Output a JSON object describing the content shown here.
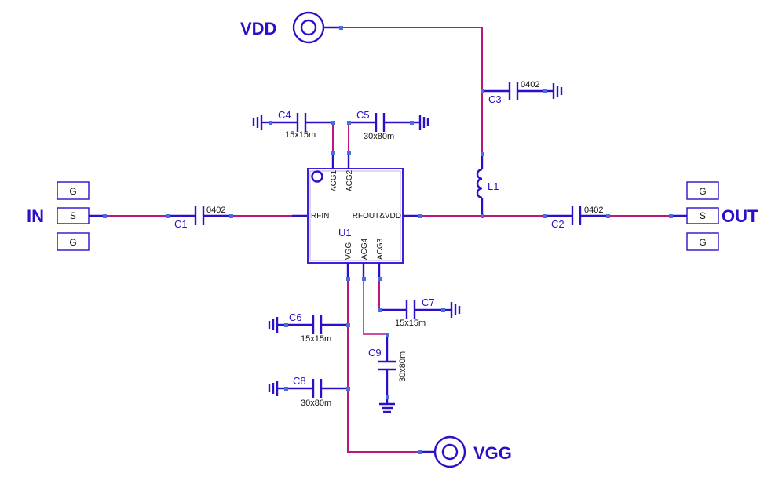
{
  "ports": {
    "vdd": "VDD",
    "vgg": "VGG",
    "in": "IN",
    "out": "OUT"
  },
  "probe_pads": {
    "in": [
      "G",
      "S",
      "G"
    ],
    "out": [
      "G",
      "S",
      "G"
    ]
  },
  "chip": {
    "ref": "U1",
    "pins": {
      "rfin": "RFIN",
      "rfout": "RFOUT&VDD",
      "acg1": "ACG1",
      "acg2": "ACG2",
      "vgg": "VGG",
      "acg4": "ACG4",
      "acg3": "ACG3"
    }
  },
  "components": {
    "c1": {
      "ref": "C1",
      "value": "0402"
    },
    "c2": {
      "ref": "C2",
      "value": "0402"
    },
    "c3": {
      "ref": "C3",
      "value": "0402"
    },
    "c4": {
      "ref": "C4",
      "value": "15x15m"
    },
    "c5": {
      "ref": "C5",
      "value": "30x80m"
    },
    "c6": {
      "ref": "C6",
      "value": "15x15m"
    },
    "c7": {
      "ref": "C7",
      "value": "15x15m"
    },
    "c8": {
      "ref": "C8",
      "value": "30x80m"
    },
    "c9": {
      "ref": "C9",
      "value": "30x80m"
    },
    "l1": {
      "ref": "L1"
    }
  },
  "colors": {
    "wire": "#b8187e",
    "symbol": "#2a10c8",
    "node": "#4a6ee0",
    "background": "#ffffff"
  }
}
